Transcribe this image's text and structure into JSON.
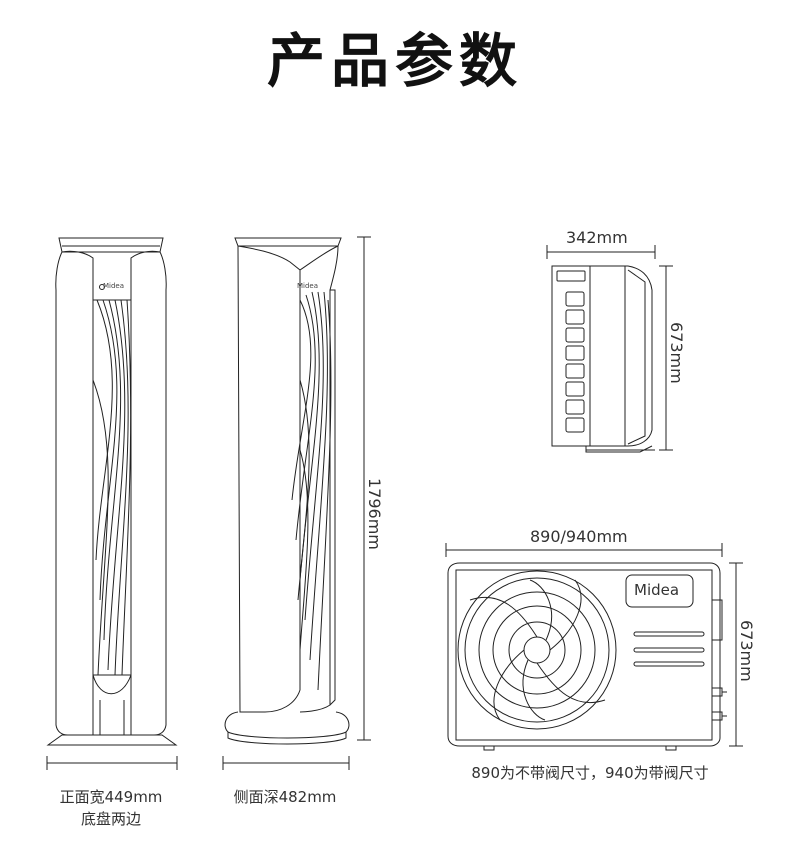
{
  "title": "产品参数",
  "indoor": {
    "height": "1796mm",
    "front_caption_line1": "正面宽449mm",
    "front_caption_line2": "底盘两边",
    "side_caption": "侧面深482mm",
    "brand": "Midea"
  },
  "outdoor": {
    "side_depth": "342mm",
    "side_height": "673mm",
    "front_width": "890/940mm",
    "front_height": "673mm",
    "note": "890为不带阀尺寸，940为带阀尺寸",
    "brand": "Midea"
  }
}
